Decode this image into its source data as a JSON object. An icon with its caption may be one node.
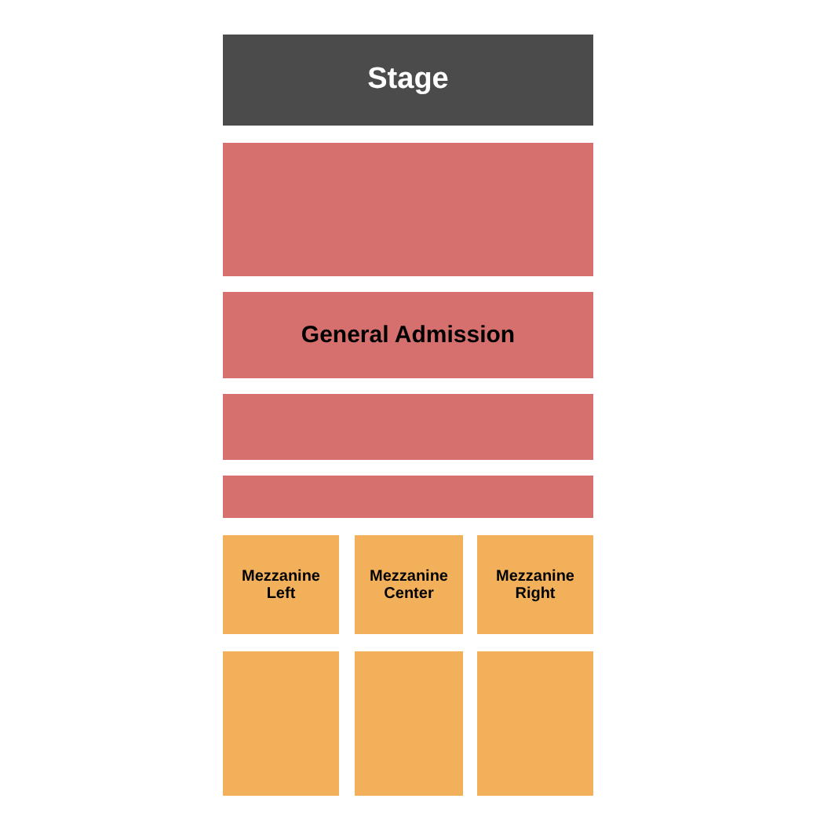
{
  "diagram": {
    "nodes": [
      {
        "text": [
          "Stage"
        ]
      },
      {
        "text": [],
        "shape": "box"
      },
      {
        "text": [
          "General Admission"
        ]
      },
      {
        "text": [],
        "shape": "box"
      },
      {
        "text": [],
        "shape": "box"
      },
      {
        "text": [
          "Mezzanine Left"
        ]
      },
      {
        "text": [
          "Mezzanine Center"
        ]
      },
      {
        "text": [
          "Mezzanine Right"
        ]
      },
      {
        "text": [],
        "shape": "box"
      },
      {
        "text": [],
        "shape": "box"
      },
      {
        "text": [],
        "shape": "box"
      }
    ],
    "edges": []
  }
}
